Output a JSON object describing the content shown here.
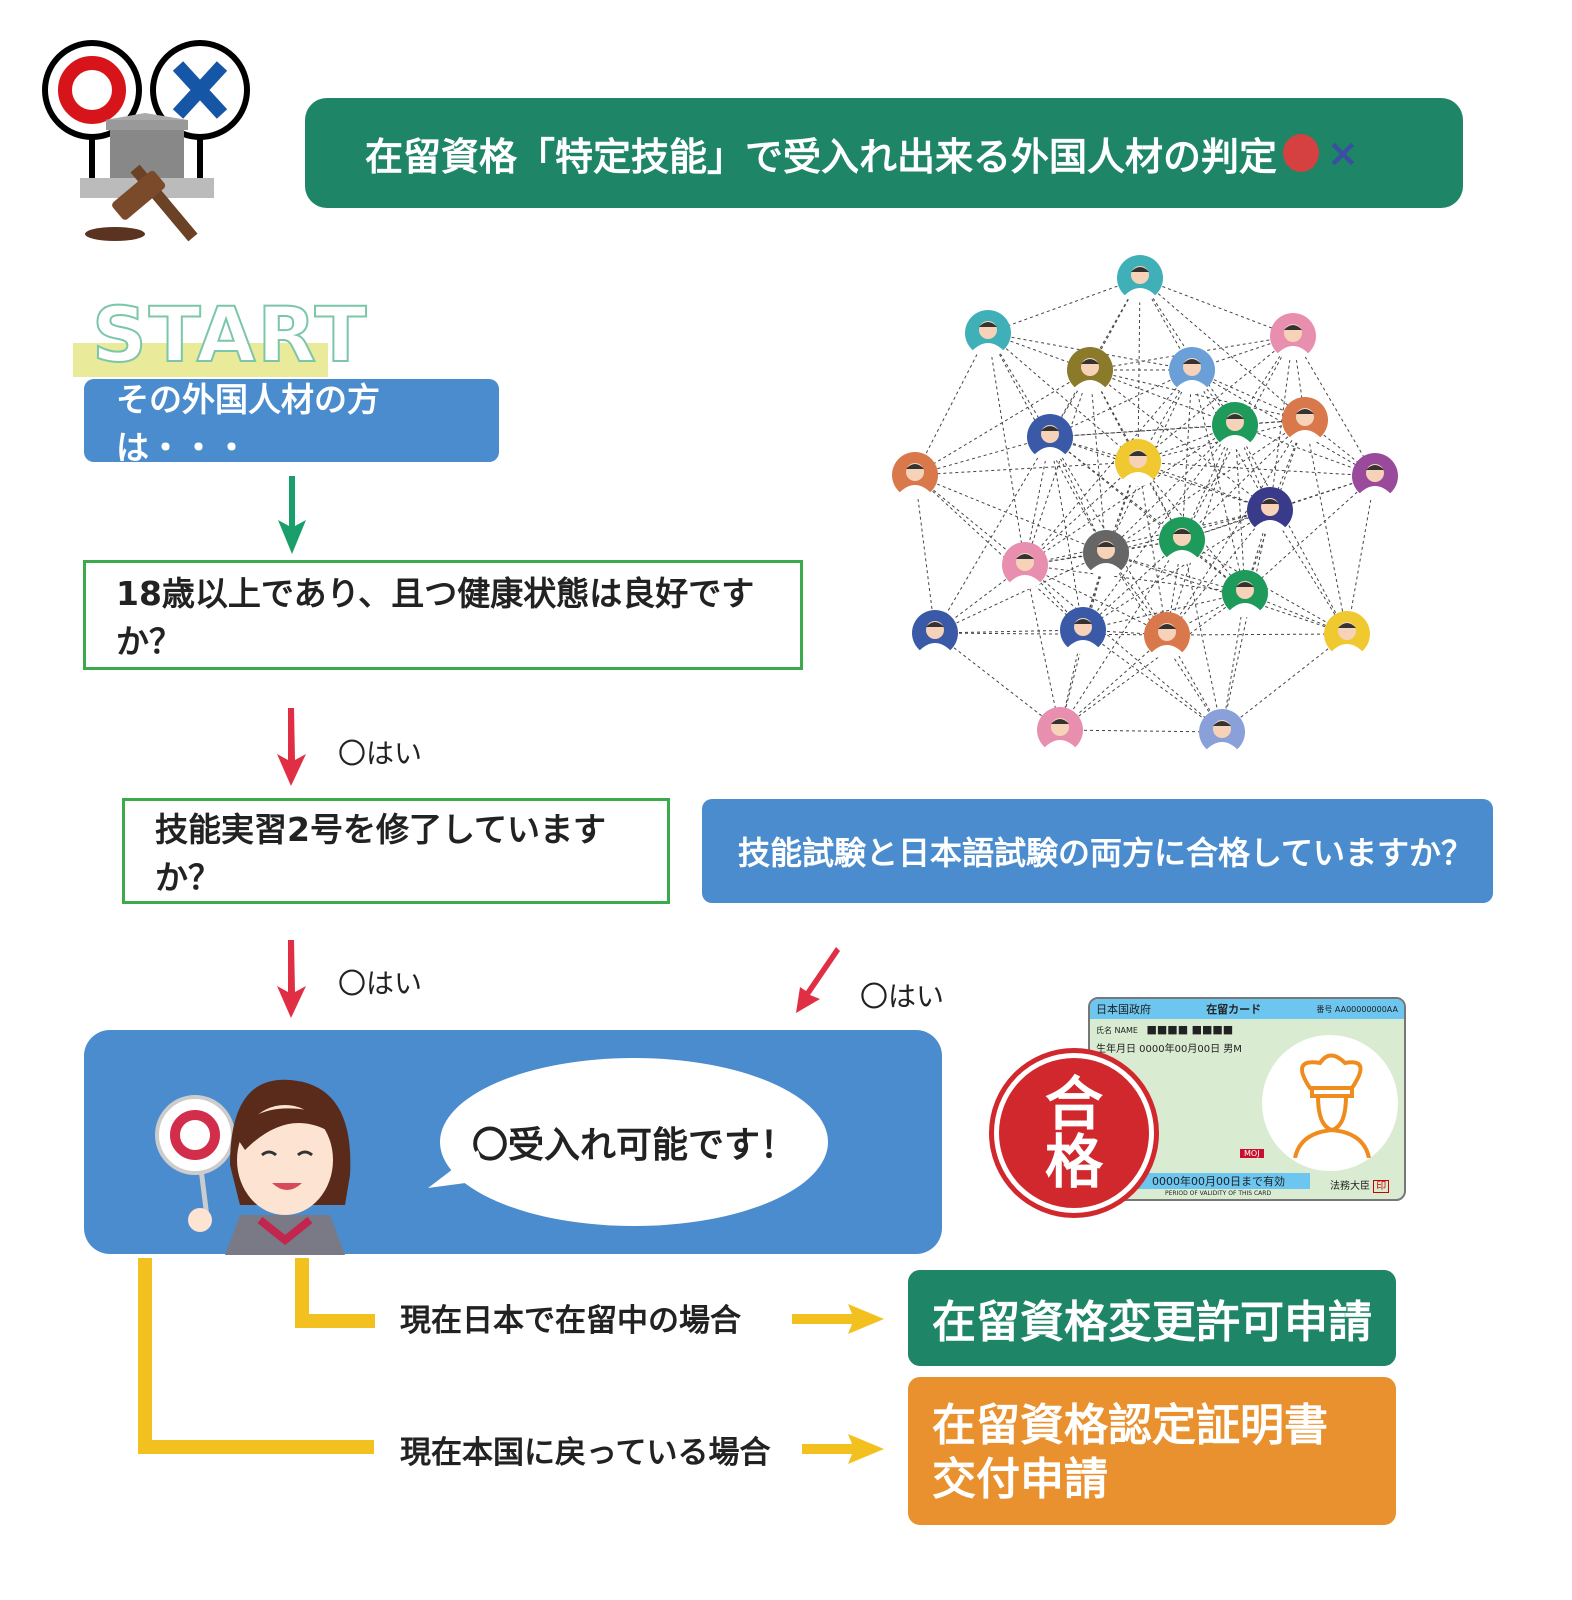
{
  "header": {
    "title": "在留資格「特定技能」で受入れ出来る外国人材の判定",
    "title_mark_x": "×"
  },
  "logo": {
    "circle_sign": "○",
    "cross_sign": "×"
  },
  "flow": {
    "start_label": "START",
    "intro": "その外国人材の方は・・・",
    "q1": "18歳以上であり、且つ健康状態は良好ですか？",
    "yes1": "〇はい",
    "q2": "技能実習2号を修了していますか？",
    "q3": "技能試験と日本語試験の両方に合格していますか？",
    "yes2": "〇はい",
    "yes3": "〇はい",
    "result": "〇受入れ可能です！",
    "case_in_japan": "現在日本で在留中の場合",
    "case_abroad": "現在本国に戻っている場合",
    "outcome_change": "在留資格変更許可申請",
    "outcome_certificate_line1": "在留資格認定証明書",
    "outcome_certificate_line2": "交付申請"
  },
  "card": {
    "issuer": "日本国政府",
    "title": "在留カード",
    "number": "番号 AA00000000AA",
    "name_label": "氏名 NAME",
    "name_value": "■■■■ ■■■■",
    "dob": "生年月日 0000年00月00日 男M",
    "expiry": "0000年00月00日まで有効",
    "validity_en": "PERIOD OF VALIDITY OF THIS CARD",
    "minister": "法務大臣",
    "seal": "印",
    "moj": "MOJ"
  },
  "stamp": {
    "text_top": "合",
    "text_bottom": "格"
  },
  "colors": {
    "green": "#1e8566",
    "blue": "#4a8ccd",
    "orange": "#e8912e",
    "yellow": "#f2c01f",
    "red": "#d0282c"
  }
}
